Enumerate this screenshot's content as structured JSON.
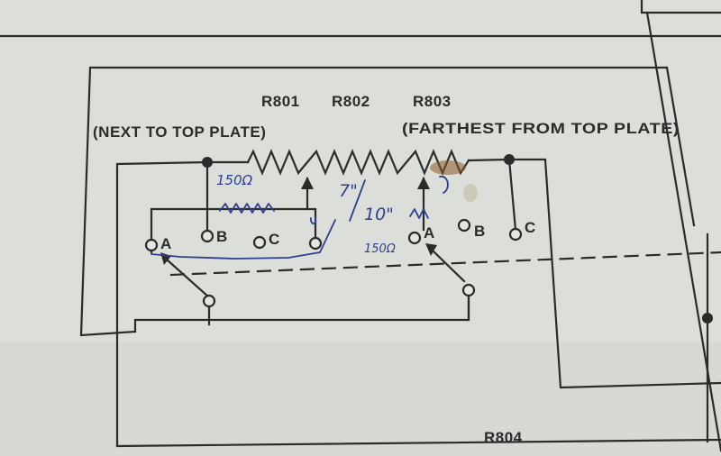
{
  "labels": {
    "r801": "R801",
    "r802": "R802",
    "r803": "R803",
    "r804": "R804",
    "left_note": "(NEXT TO TOP PLATE)",
    "right_note": "(FARTHEST FROM TOP PLATE)"
  },
  "terminals": {
    "left_a": "A",
    "left_b": "B",
    "left_c": "C",
    "right_a": "A",
    "right_b": "B",
    "right_c": "C"
  },
  "handwriting": {
    "left_value": "150Ω",
    "right_value": "150Ω",
    "size_top": "7\"",
    "size_bottom": "10\""
  },
  "colors": {
    "paper": "#dcdfd9",
    "print_ink": "#2a2b2a",
    "pen_ink": "#2f3f8f",
    "stain": "#8a5a2b"
  }
}
